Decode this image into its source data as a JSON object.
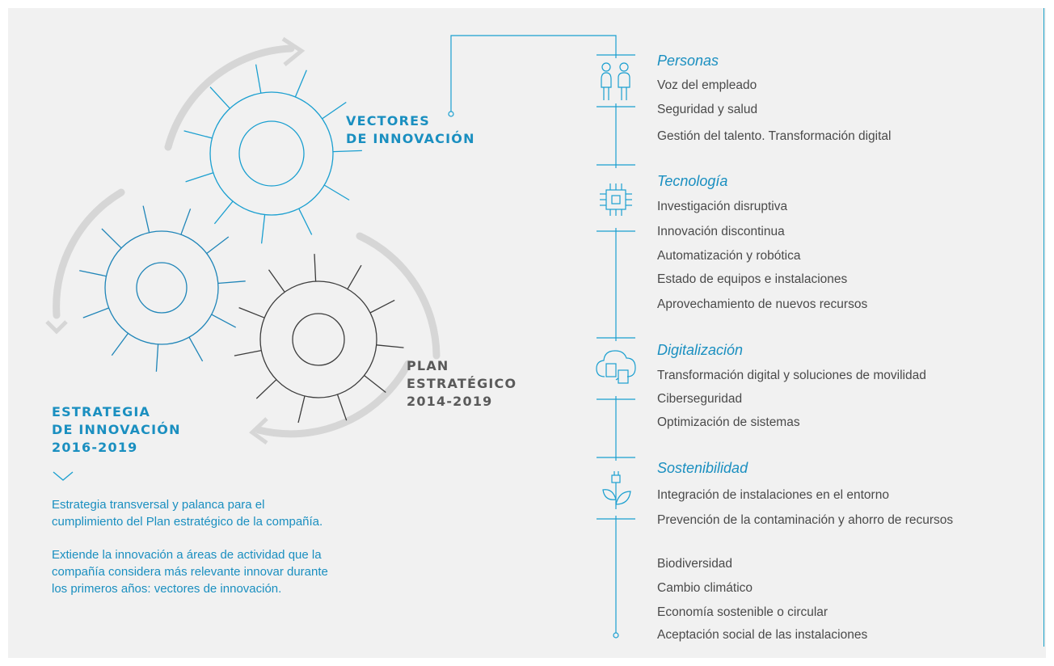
{
  "labels": {
    "vectores": [
      "VECTORES",
      "DE INNOVACIÓN"
    ],
    "plan": [
      "PLAN",
      "ESTRATÉGICO",
      "2014-2019"
    ],
    "estrategia": [
      "ESTRATEGIA",
      "DE INNOVACIÓN",
      "2016-2019"
    ]
  },
  "description": [
    "Estrategia transversal y palanca para el cumplimiento del Plan estratégico de la compañía.",
    "Extiende la innovación a áreas de actividad que la compañía considera más relevante innovar durante los primeros años: vectores de innovación."
  ],
  "sections": [
    {
      "title": "Personas",
      "icon": "people-icon",
      "items": [
        "Voz del empleado",
        "Seguridad y salud",
        "Gestión del talento. Transformación digital"
      ]
    },
    {
      "title": "Tecnología",
      "icon": "chip-icon",
      "items": [
        "Investigación disruptiva",
        "Innovación discontinua",
        "Automatización y robótica",
        "Estado de equipos e instalaciones",
        "Aprovechamiento de nuevos recursos"
      ]
    },
    {
      "title": "Digitalización",
      "icon": "cloud-icon",
      "items": [
        "Transformación digital y soluciones de movilidad",
        "Ciberseguridad",
        "Optimización de sistemas"
      ]
    },
    {
      "title": "Sostenibilidad",
      "icon": "plant-plug-icon",
      "items": [
        "Integración de instalaciones en el entorno",
        "Prevención de la contaminación y ahorro de recursos",
        "Biodiversidad",
        "Cambio climático",
        "Economía sostenible o circular",
        "Aceptación social de las instalaciones"
      ]
    }
  ],
  "colors": {
    "accent": "#1a8fc0",
    "gear_dark": "#3c3c3c",
    "arrow_gray": "#d6d6d6",
    "background": "#f1f1f1",
    "text": "#4a4a4a"
  }
}
